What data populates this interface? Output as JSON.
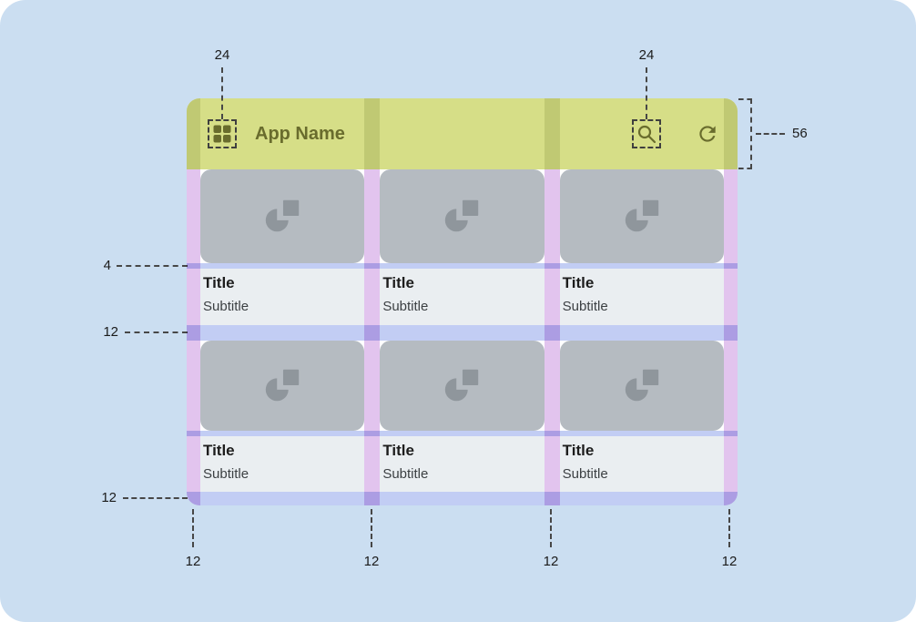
{
  "window": {
    "appbar": {
      "title": "App Name",
      "nav_icon": "apps-grid",
      "action_icons": [
        "search",
        "refresh"
      ]
    },
    "cards": [
      {
        "title": "Title",
        "subtitle": "Subtitle"
      },
      {
        "title": "Title",
        "subtitle": "Subtitle"
      },
      {
        "title": "Title",
        "subtitle": "Subtitle"
      },
      {
        "title": "Title",
        "subtitle": "Subtitle"
      },
      {
        "title": "Title",
        "subtitle": "Subtitle"
      },
      {
        "title": "Title",
        "subtitle": "Subtitle"
      }
    ],
    "card_media_icon": "media-placeholder"
  },
  "annotations": {
    "nav_icon_size": "24",
    "action_icon_size": "24",
    "appbar_height": "56",
    "image_text_gap": "4",
    "row_gutter": "12",
    "bottom_margin": "12",
    "bottom_margins": [
      "12",
      "12",
      "12",
      "12"
    ]
  },
  "colors": {
    "canvas": "#cbdef1",
    "appbar": "#d6de87",
    "appbar_content": "#696c2d",
    "margin_overlay": "#e2c4ee",
    "gutter_overlay": "#c2cdf4",
    "card_image": "#b5bbc1",
    "card_icon": "#8f969c",
    "card_text_bg": "#eaeef1"
  }
}
